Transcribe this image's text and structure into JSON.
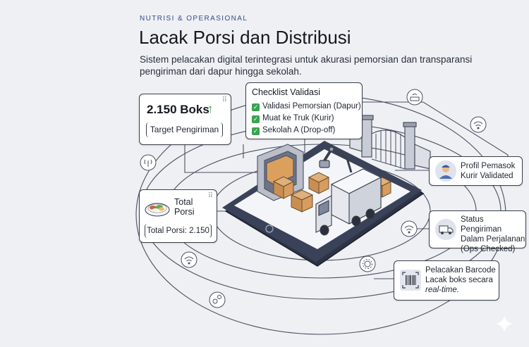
{
  "header": {
    "eyebrow": "NUTRISI & OPERASIONAL",
    "title": "Lacak Porsi dan Distribusi",
    "description": "Sistem pelacakan digital terintegrasi untuk akurasi pemorsian dan transparansi pengiriman dari dapur hingga sekolah."
  },
  "target_card": {
    "value": "2.150 Boks",
    "trend_icon": "arrow-up-icon",
    "label": "Target Pengiriman"
  },
  "checklist_card": {
    "title": "Checklist Validasi",
    "items": [
      "Validasi Pemorsian (Dapur)",
      "Muat ke Truk (Kurir)",
      "Sekolah A (Drop-off)"
    ]
  },
  "portion_card": {
    "title_line1": "Total",
    "title_line2": "Porsi",
    "label": "Total Porsi: 2.150",
    "icon": "food-bowl-icon"
  },
  "supplier_card": {
    "line1": "Profil Pemasok",
    "line2": "Kurir Validated",
    "icon": "courier-avatar-icon"
  },
  "status_card": {
    "line1": "Status Pengiriman",
    "line2": "Dalam Perjalanan",
    "line3": "(Ops Checked)",
    "icon": "truck-icon"
  },
  "barcode_card": {
    "line1": "Pelacakan Barcode",
    "line2": "Lacak boks secara",
    "line3": "real-time.",
    "icon": "barcode-icon"
  },
  "colors": {
    "background": "#eef0f4",
    "accent": "#3b4a8a",
    "check_green": "#3aa34f",
    "line": "#4a5060"
  }
}
